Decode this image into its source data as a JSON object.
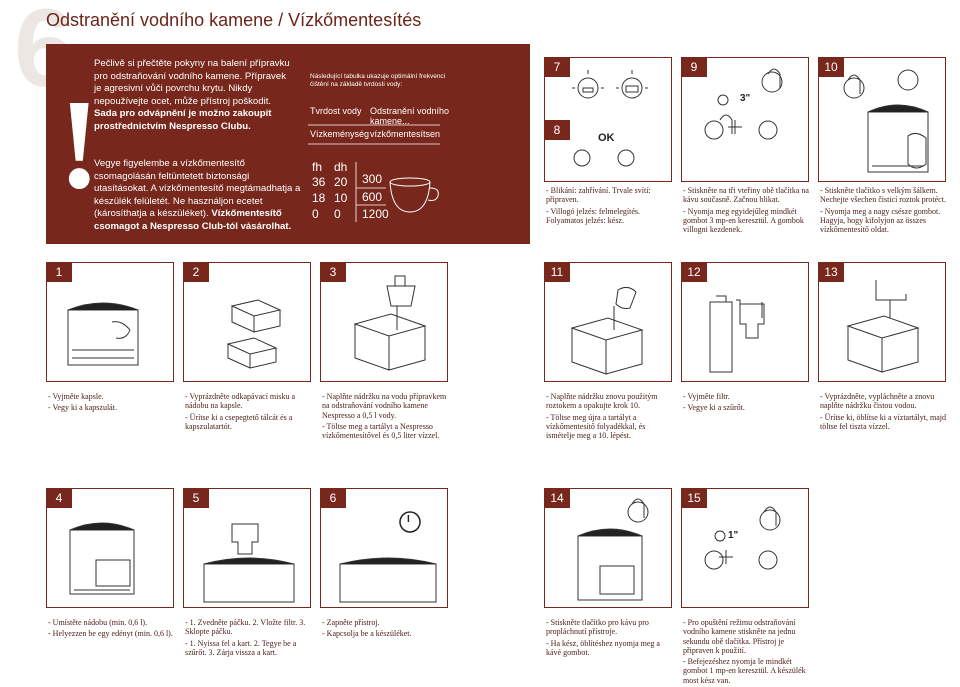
{
  "page": {
    "number": "6",
    "title": "Odstranění vodního kamene / Vízkőmentesítés"
  },
  "warning": {
    "mark": "!",
    "cz_text": "Pečlivě si přečtěte pokyny na balení přípravku pro odstraňování vodního kamene. Přípravek je agresivní vůči povrchu krytu. Nikdy nepoužívejte ocet, může přístroj poškodit.",
    "cz_bold": "Sada pro odvápnění je možno zakoupit prostřednictvím Nespresso Clubu.",
    "hu_text": "Vegye figyelembe a vízkőmentesítő csomagolásán feltüntetett biztonsági utasításokat. A vízkőmentesítő megtámadhatja a készülék felületét. Ne használjon ecetet (károsíthatja a készüléket).",
    "hu_bold": "Vízkőmentesítő csomagot a Nespresso Club-tól vásárolhat."
  },
  "table": {
    "intro": "Následující tabulka ukazuje optimální frekvenci čištění na základě tvrdosti vody:",
    "col1_cz": "Tvrdost vody",
    "col2_cz": "Odstranění vodního kamene...",
    "col1_hu": "Vízkeménység",
    "col2_hu": "vízkőmentesítsen",
    "unit_fh": "fh",
    "unit_dh": "dh",
    "rows": [
      {
        "fh": "36",
        "dh": "20",
        "val": "300"
      },
      {
        "fh": "18",
        "dh": "10",
        "val": "600"
      },
      {
        "fh": "0",
        "dh": "0",
        "val": "1200"
      }
    ]
  },
  "steps": {
    "s7": {
      "num": "7"
    },
    "s8": {
      "num": "8",
      "ok": "OK"
    },
    "s9": {
      "num": "9",
      "timer": "3\""
    },
    "s10": {
      "num": "10"
    },
    "s1": {
      "num": "1"
    },
    "s2": {
      "num": "2"
    },
    "s3": {
      "num": "3"
    },
    "s11": {
      "num": "11"
    },
    "s12": {
      "num": "12"
    },
    "s13": {
      "num": "13"
    },
    "s4": {
      "num": "4"
    },
    "s5": {
      "num": "5"
    },
    "s6": {
      "num": "6",
      "power": "I"
    },
    "s14": {
      "num": "14"
    },
    "s15": {
      "num": "15",
      "timer": "1\""
    }
  },
  "captions": {
    "c78": [
      "- Blikání: zahřívání. Trvale svítí: připraven.",
      "- Villogó jelzés: felmelegítés. Folyamatos jelzés: kész."
    ],
    "c9": [
      "- Stiskněte na tři vteřiny obě tlačítka na kávu současně. Začnou blikat.",
      "- Nyomja meg egyidejűleg mindkét gombot 3 mp-en keresztül. A gombok villogni kezdenek."
    ],
    "c10": [
      "- Stiskněte tlačítko s velkým šálkem. Nechejte všechen čisticí roztok protéct.",
      "- Nyomja meg a nagy csésze gombot. Hagyja, hogy kifolyjon az összes vízkőmentesítő oldat."
    ],
    "c1": [
      "- Vyjměte kapsle.",
      "- Vegy ki a kapszulát."
    ],
    "c2": [
      "- Vyprázdněte odkapávací misku a nádobu na kapsle.",
      "- Ürítse ki a csepegtető tálcát és a kapszulatartót."
    ],
    "c3": [
      "- Naplňte nádržku na vodu přípravkem na odstraňování vodního kamene Nespresso a 0,5 l vody.",
      "- Töltse meg a tartályt a Nespresso vízkőmentesítővel és 0,5 liter vízzel."
    ],
    "c11": [
      "- Naplňte nádržku znovu použitým roztokem a opakujte krok 10.",
      "- Töltse meg újra a tartályt a vízkőmentesítő folyadékkal, és ismételje meg a 10. lépést."
    ],
    "c12": [
      "- Vyjměte filtr.",
      "- Vegye ki a szűrőt."
    ],
    "c13": [
      "- Vyprázdněte, vypláchněte a znovu naplňte nádržku čistou vodou.",
      "- Ürítse ki, öblítse ki a víztartályt, majd töltse fel tiszta vízzel."
    ],
    "c4": [
      "- Umístěte nádobu (min. 0,6 l).",
      "- Helyezzen be egy edényt (min. 0,6 l)."
    ],
    "c5": [
      "- 1. Zvedněte páčku. 2. Vložte filtr. 3. Sklopte páčku.",
      "- 1. Nyissa fel a kart. 2. Tegye be a szűrőt. 3. Zárja vissza a kart."
    ],
    "c6": [
      "- Zapněte přístroj.",
      "- Kapcsolja be a készüléket."
    ],
    "c14": [
      "- Stiskněte tlačítko pro kávu pro propláchnutí přístroje.",
      "- Ha kész, öblítéshez nyomja meg a kávé gombot."
    ],
    "c15": [
      "- Pro opuštění režimu odstraňování vodního kamene stiskněte na jednu sekundu obě tlačítka. Přístroj je připraven k použití.",
      "- Befejezéshez nyomja le mindkét gombot 1 mp-en keresztül. A készülék most kész van."
    ]
  },
  "colors": {
    "accent": "#77271b",
    "page_number": "#ede7e3"
  }
}
